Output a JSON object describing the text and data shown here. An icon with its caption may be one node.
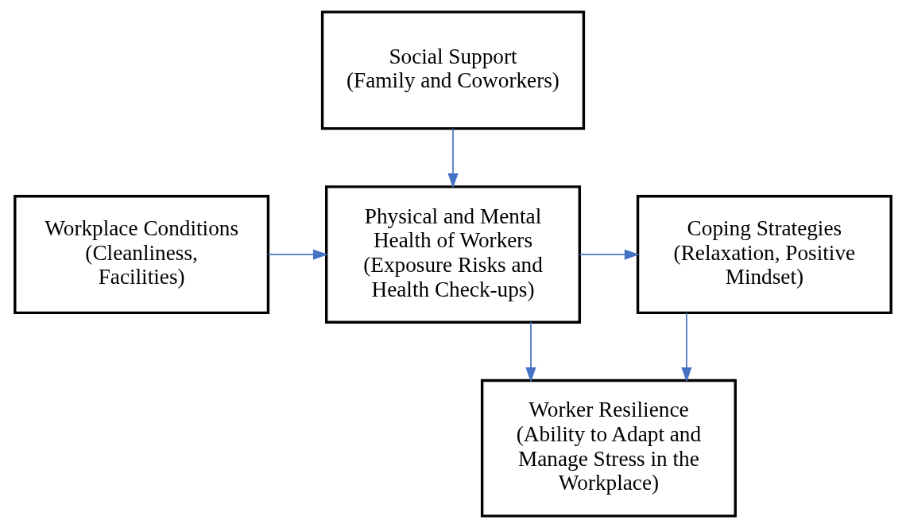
{
  "diagram": {
    "nodes": [
      {
        "text": [
          "Social Support",
          "(Family and Coworkers)"
        ]
      },
      {
        "text": [
          "Workplace Conditions",
          "(Cleanliness, Facilities)"
        ]
      },
      {
        "text": [
          "Physical and Mental Health of Workers",
          "(Exposure Risks and Health Check-ups)"
        ]
      },
      {
        "text": [
          "Coping Strategies",
          "(Relaxation, Positive Mindset)"
        ]
      },
      {
        "text": [
          "Worker Resilience",
          "(Ability to Adapt and Manage Stress in the Workplace)"
        ]
      }
    ],
    "edges": [
      {
        "from": 0,
        "to": 2,
        "arrow": "to"
      },
      {
        "from": 1,
        "to": 2,
        "arrow": "to"
      },
      {
        "from": 2,
        "to": 3,
        "arrow": "to"
      },
      {
        "from": 2,
        "to": 4,
        "arrow": "to"
      },
      {
        "from": 3,
        "to": 4,
        "arrow": "to"
      }
    ]
  }
}
